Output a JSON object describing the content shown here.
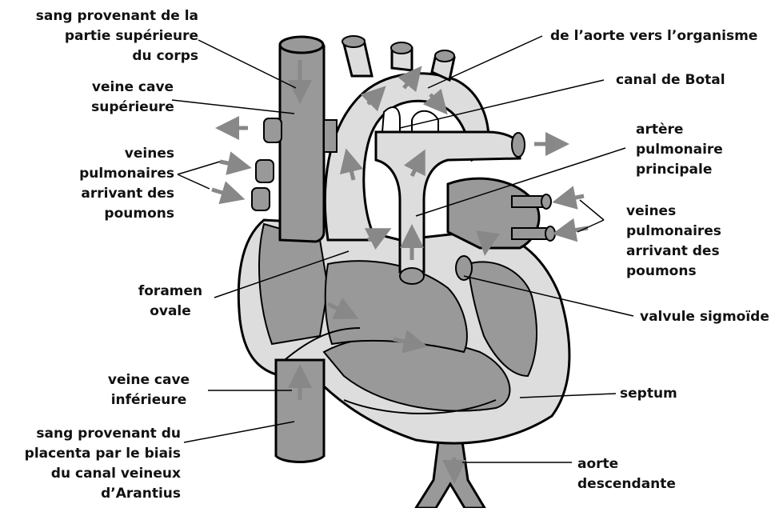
{
  "labels": {
    "sang_sup": [
      "sang provenant de la",
      "partie supérieure",
      "du corps"
    ],
    "veine_cave_sup": [
      "veine cave",
      "supérieure"
    ],
    "veines_pulm_left": [
      "veines",
      "pulmonaires",
      "arrivant des",
      "poumons"
    ],
    "foramen": [
      "foramen",
      "ovale"
    ],
    "veine_cave_inf": [
      "veine cave",
      "inférieure"
    ],
    "sang_placenta": [
      "sang provenant du",
      "placenta par le biais",
      "du canal veineux",
      "d’Arantius"
    ],
    "aorte_organisme": [
      "de l’aorte vers l’organisme"
    ],
    "canal_botal": [
      "canal de Botal"
    ],
    "artere_pulm": [
      "artère",
      "pulmonaire",
      "principale"
    ],
    "veines_pulm_right": [
      "veines",
      "pulmonaires",
      "arrivant des",
      "poumons"
    ],
    "valvule": [
      "valvule sigmoïde"
    ],
    "septum": [
      "septum"
    ],
    "aorte_desc": [
      "aorte",
      "descendante"
    ]
  },
  "colors": {
    "dark_fill": "#999999",
    "light_fill": "#dddddd",
    "mid_fill": "#bbbbbb",
    "arrow": "#888888",
    "outline": "#000000"
  }
}
